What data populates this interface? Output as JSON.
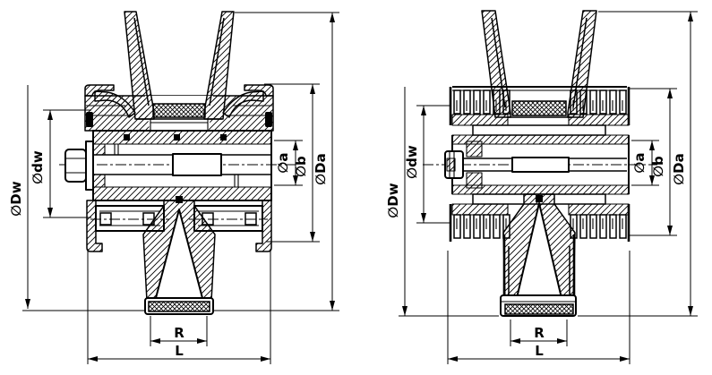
{
  "colors": {
    "ink": "#000000",
    "paper": "#ffffff"
  },
  "drawings": [
    {
      "id": "left-wheel-section",
      "labels": {
        "phi_Dw": "∅Dw",
        "phi_dw": "∅dw",
        "phi_a": "∅a",
        "phi_b": "∅b",
        "phi_Da": "∅Da",
        "R": "R",
        "L": "L"
      }
    },
    {
      "id": "right-wheel-section",
      "labels": {
        "phi_Dw": "∅Dw",
        "phi_dw": "∅dw",
        "phi_a": "∅a",
        "phi_b": "∅b",
        "phi_Da": "∅Da",
        "R": "R",
        "L": "L"
      }
    }
  ]
}
